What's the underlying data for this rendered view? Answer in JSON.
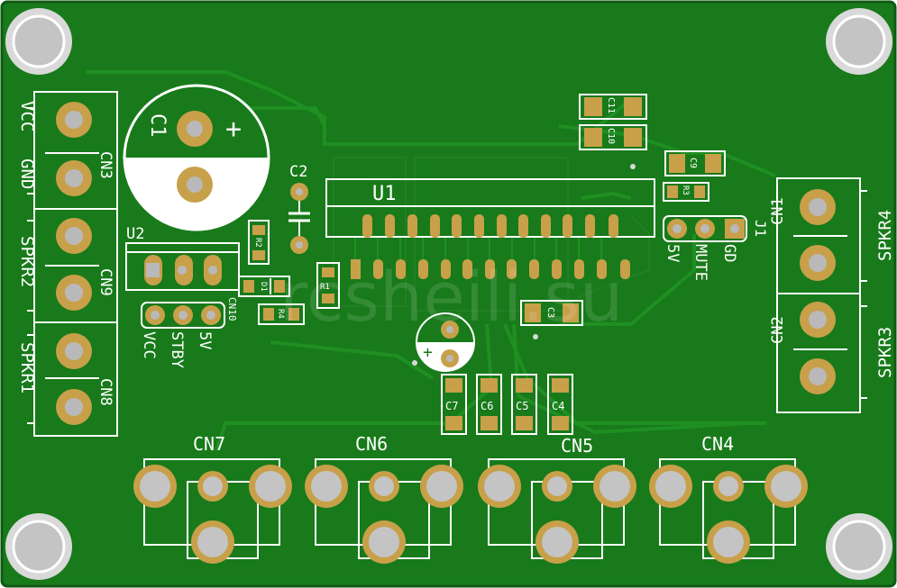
{
  "colors": {
    "board": "#187a1a",
    "board_edge": "#0f5a12",
    "trace": "#1d8c20",
    "silk": "#ffffff",
    "pad": "#c8a04a",
    "pad_dark": "#a9822f",
    "hole": "#b9b9b9",
    "mount_hole": "#c6c6c6"
  },
  "watermark": "rcsheili.su",
  "labels": {
    "vcc_left": "VCC",
    "gnd_left": "GND",
    "spkr2": "SPKR2",
    "spkr1": "SPKR1",
    "cn3": "CN3",
    "cn9": "CN9",
    "cn8": "CN8",
    "c1": "C1",
    "c1_plus": "+",
    "c2": "C2",
    "u1": "U1",
    "u2": "U2",
    "cn10": "CN10",
    "vcc_u2": "VCC",
    "stby": "STBY",
    "v5_u2": "5V",
    "r1": "R1",
    "r2": "R2",
    "r3": "R3",
    "r4": "R4",
    "d1": "D1",
    "c3": "C3",
    "c4": "C4",
    "c5": "C5",
    "c6": "C6",
    "c7": "C7",
    "c9": "C9",
    "c10": "C10",
    "c11": "C11",
    "j1": "J1",
    "v5_j1": "5V",
    "mute": "MUTE",
    "gd": "GD",
    "cn1": "CN1",
    "cn2": "CN2",
    "spkr4": "SPKR4",
    "spkr3": "SPKR3",
    "cn7": "CN7",
    "cn6": "CN6",
    "cn5": "CN5",
    "cn4": "CN4",
    "cap_plus": "+"
  }
}
